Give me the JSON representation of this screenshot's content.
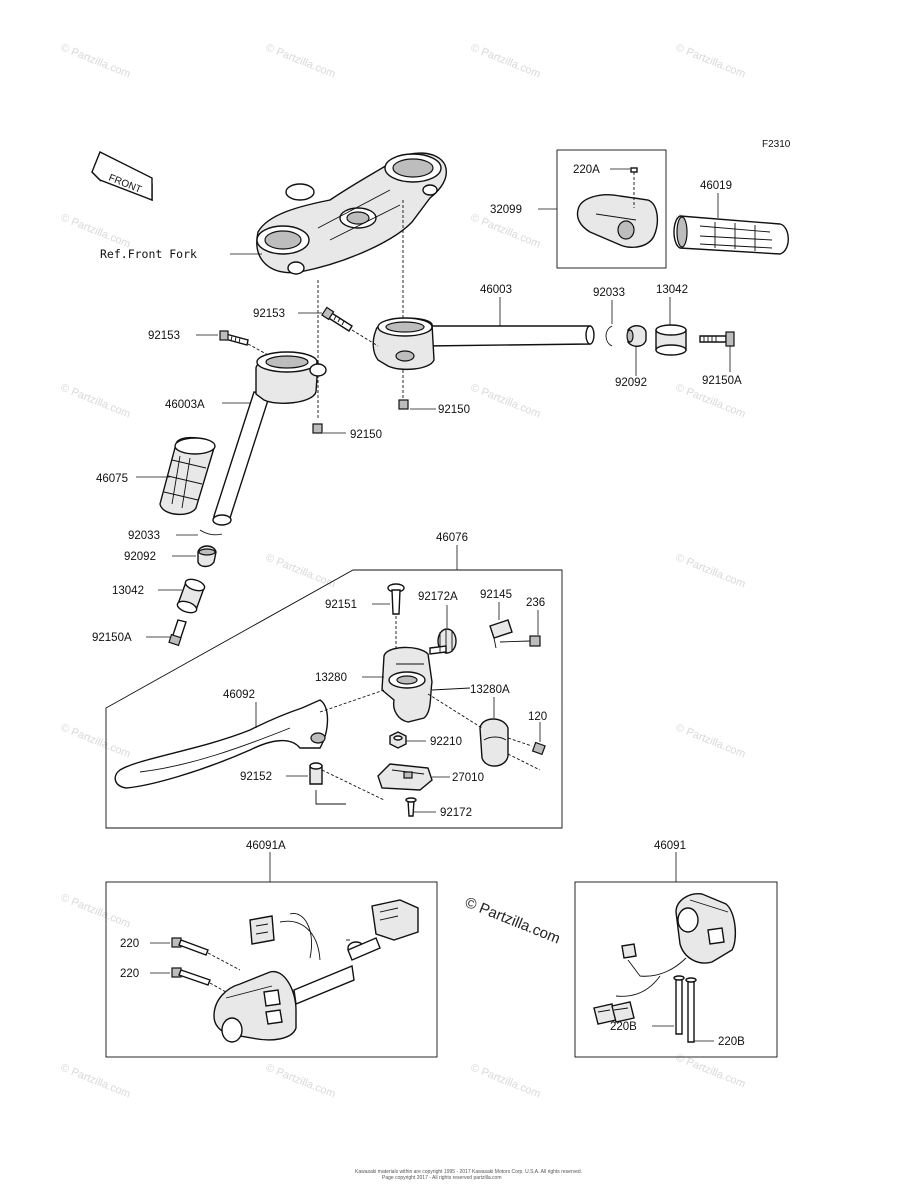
{
  "figure_code": "F2310",
  "front_arrow_text": "FRONT",
  "copyright_mark": "© Partzilla.com",
  "watermark_text": "© Partzilla.com",
  "footer_lines": [
    "Kawasaki materials within are copyright 1995 - 2017 Kawasaki Motors Corp. U.S.A. All rights reserved.",
    "Page copyright 2017 - All rights reserved partzilla.com"
  ],
  "labels": {
    "ref_front_fork": "Ref.Front Fork",
    "p220A": "220A",
    "p32099": "32099",
    "p46019": "46019",
    "p46003": "46003",
    "p92033_r": "92033",
    "p13042_r": "13042",
    "p92092_r": "92092",
    "p92150A_r": "92150A",
    "p92153_a": "92153",
    "p92153_b": "92153",
    "p46003A": "46003A",
    "p92150_a": "92150",
    "p92150_b": "92150",
    "p46075": "46075",
    "p92033_l": "92033",
    "p92092_l": "92092",
    "p13042_l": "13042",
    "p92150A_l": "92150A",
    "p46076": "46076",
    "p92151": "92151",
    "p92172A": "92172A",
    "p92145": "92145",
    "p236": "236",
    "p13280": "13280",
    "p13280A": "13280A",
    "p46092": "46092",
    "p120": "120",
    "p92210": "92210",
    "p92152": "92152",
    "p27010": "27010",
    "p92172": "92172",
    "p46091A": "46091A",
    "p220_a": "220",
    "p220_b": "220",
    "p46091": "46091",
    "p220B_a": "220B",
    "p220B_b": "220B"
  }
}
